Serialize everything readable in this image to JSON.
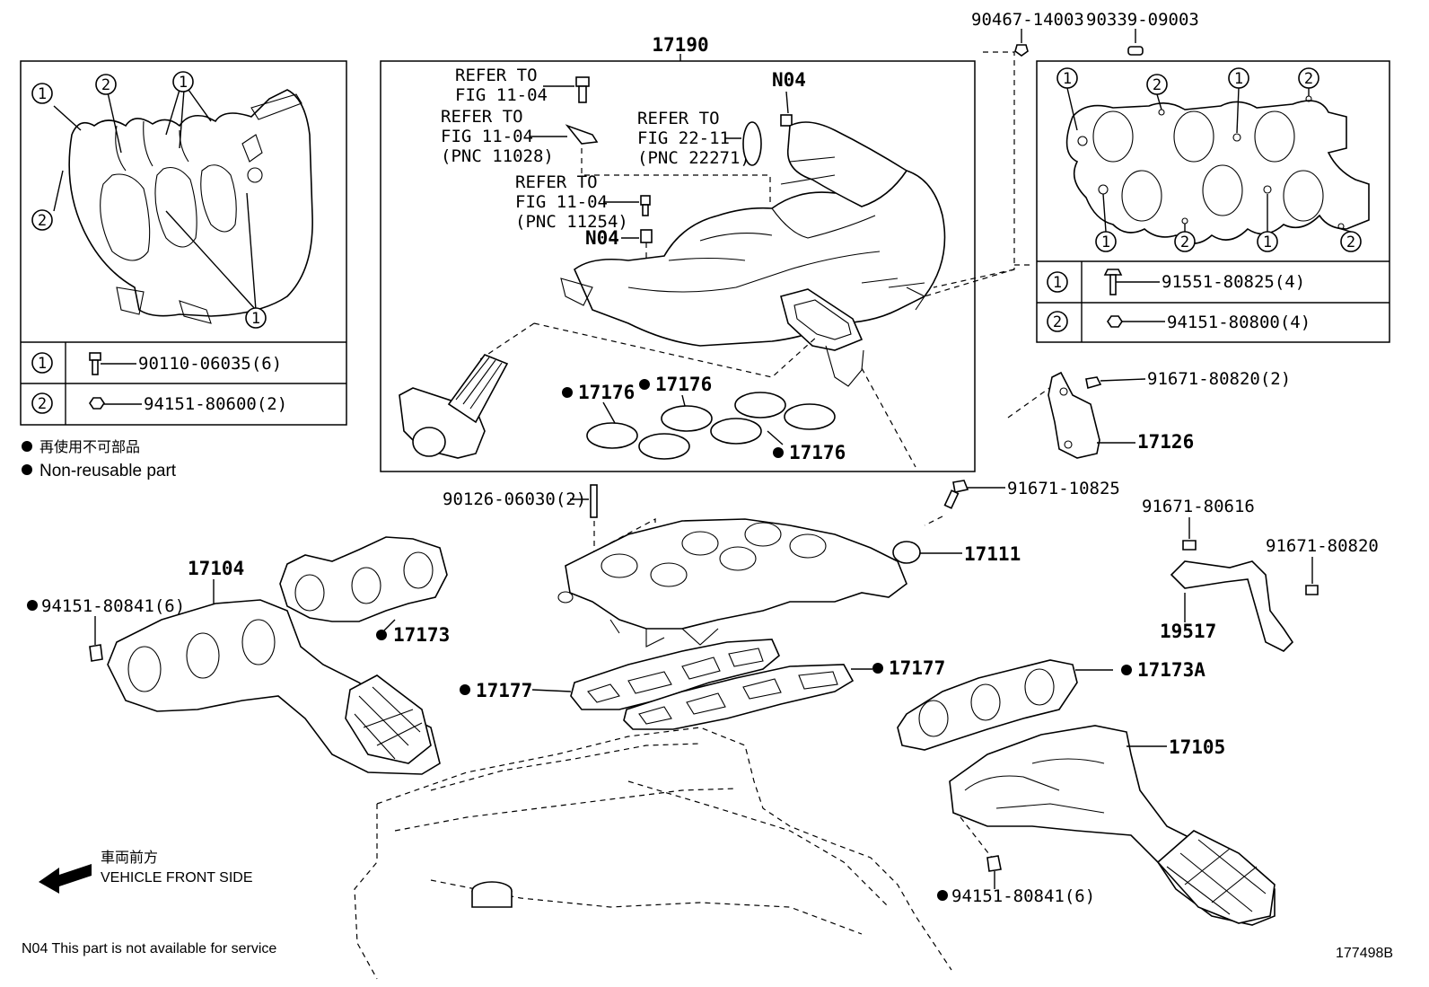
{
  "main_part": "17190",
  "top_right": {
    "p1": "90467-14003",
    "p2": "90339-09003"
  },
  "refer": {
    "r1_l1": "REFER TO",
    "r1_l2": "FIG 11-04",
    "r2_l1": "REFER TO",
    "r2_l2": "FIG 11-04",
    "r2_l3": "(PNC 11028)",
    "r3_l1": "REFER TO",
    "r3_l2": "FIG 22-11",
    "r3_l3": "(PNC 22271)",
    "r4_l1": "REFER TO",
    "r4_l2": "FIG 11-04",
    "r4_l3": "(PNC 11254)"
  },
  "n04_a": "N04",
  "n04_b": "N04",
  "gaskets_17176": [
    "17176",
    "17176",
    "17176"
  ],
  "left_inset": {
    "callouts": [
      "1",
      "2",
      "1",
      "2",
      "1"
    ],
    "legend": [
      {
        "num": "1",
        "part": "90110-06035(6)"
      },
      {
        "num": "2",
        "part": "94151-80600(2)"
      }
    ]
  },
  "right_inset": {
    "callouts": [
      "1",
      "2",
      "1",
      "2",
      "1",
      "2",
      "1",
      "2"
    ],
    "legend": [
      {
        "num": "1",
        "part": "91551-80825(4)"
      },
      {
        "num": "2",
        "part": "94151-80800(4)"
      }
    ]
  },
  "notes": {
    "jp": "再使用不可部品",
    "en": "Non-reusable part",
    "front_jp": "車両前方",
    "front_en": "VEHICLE FRONT SIDE",
    "n04_note": "N04 This part is not available for service"
  },
  "parts": {
    "p91671_80820_a": "91671-80820(2)",
    "p17126": "17126",
    "p91671_10825": "91671-10825",
    "p17111": "17111",
    "p90126": "90126-06030(2)",
    "p17104": "17104",
    "p94151_left": "94151-80841(6)",
    "p17173": "17173",
    "p17177_left": "17177",
    "p17177_right": "17177",
    "p17173a": "17173A",
    "p17105": "17105",
    "p94151_right": "94151-80841(6)",
    "p91671_80616": "91671-80616",
    "p91671_80820_b": "91671-80820",
    "p19517": "19517"
  },
  "figure_id": "177498B"
}
